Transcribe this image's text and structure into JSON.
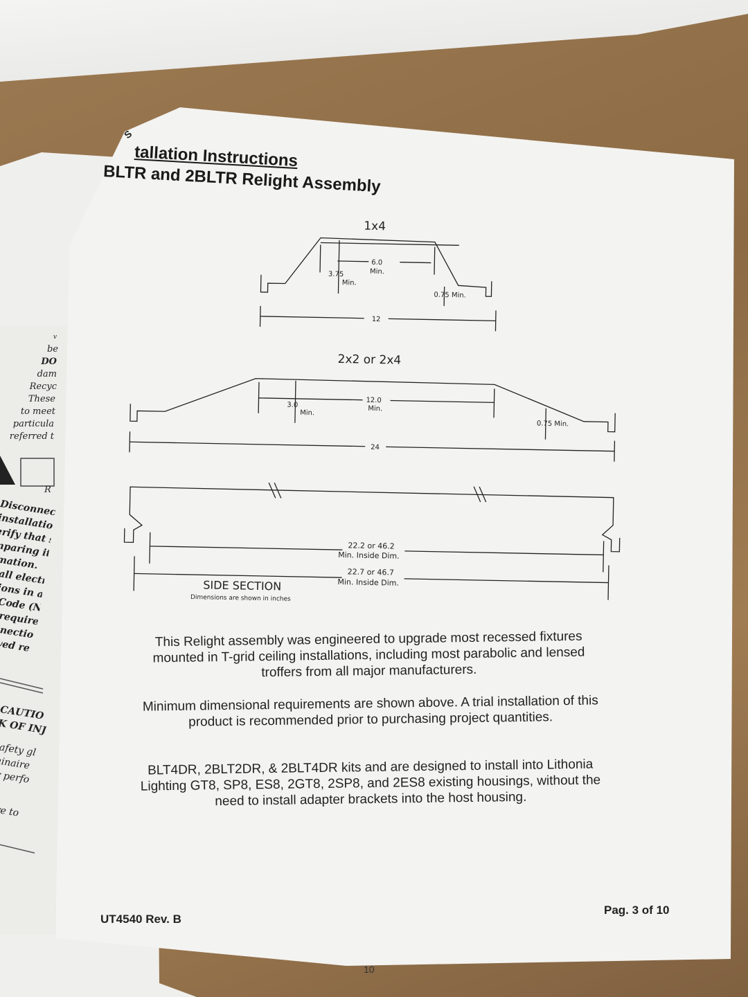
{
  "header": {
    "tab_fragment": "S",
    "title_line1": "tallation Instructions",
    "title_line2": "BLTR and 2BLTR Relight Assembly"
  },
  "diagram": {
    "top_label": "1x4",
    "top_dim_height": "3.75",
    "top_dim_height_min": "Min.",
    "top_dim_flat": "6.0",
    "top_dim_flat_min": "Min.",
    "top_dim_side": "0.75 Min.",
    "top_dim_width": "12",
    "mid_label": "2x2 or 2x4",
    "mid_dim_height": "3.0",
    "mid_dim_height_min": "Min.",
    "mid_dim_flat": "12.0",
    "mid_dim_flat_min": "Min.",
    "mid_dim_side": "0.75 Min.",
    "mid_dim_width": "24",
    "bottom_dim1": "22.2 or 46.2",
    "bottom_dim1_sub": "Min. Inside Dim.",
    "bottom_dim2": "22.7 or 46.7",
    "bottom_dim2_sub": "Min. Inside Dim.",
    "section_title": "SIDE SECTION",
    "section_note": "Dimensions are shown in inches"
  },
  "paragraphs": {
    "p1_line1": "This Relight assembly was engineered to upgrade most recessed fixtures",
    "p1_line2": "mounted in T-grid ceiling installations, including most parabolic and lensed",
    "p1_line3": "troffers from all major manufacturers.",
    "p2_line1": "Minimum dimensional requirements are shown above. A trial installation of this",
    "p2_line2": "product is recommended prior to purchasing project quantities.",
    "p3_line1": "BLT4DR, 2BLT2DR, & 2BLT4DR kits and are designed to install into Lithonia",
    "p3_line2": "Lighting GT8, SP8, ES8, 2GT8, 2SP8, and 2ES8 existing housings, without the",
    "p3_line3": "need to install adapter brackets into the host housing."
  },
  "footer": {
    "doc_id": "UT4540 Rev. B",
    "page": "Pag. 3 of 10",
    "bottom_fragment": "10"
  },
  "left_page_fragments": {
    "block1": [
      "v",
      "be",
      "DO",
      "dam",
      "Recyc",
      "These",
      "to meet",
      "particula",
      "referred t"
    ],
    "marker": "R",
    "block2": [
      "Disconnect",
      "installation",
      "erify that su",
      "mparing it v",
      "rmation.",
      "e all electri",
      "ctions in ac",
      "al Code (N",
      "de requirer",
      "connectio",
      "proved re"
    ],
    "block3": [
      "CAUTIO",
      "K OF INJ",
      "safety gl",
      "minaire",
      "or perfo",
      "sure to"
    ]
  }
}
